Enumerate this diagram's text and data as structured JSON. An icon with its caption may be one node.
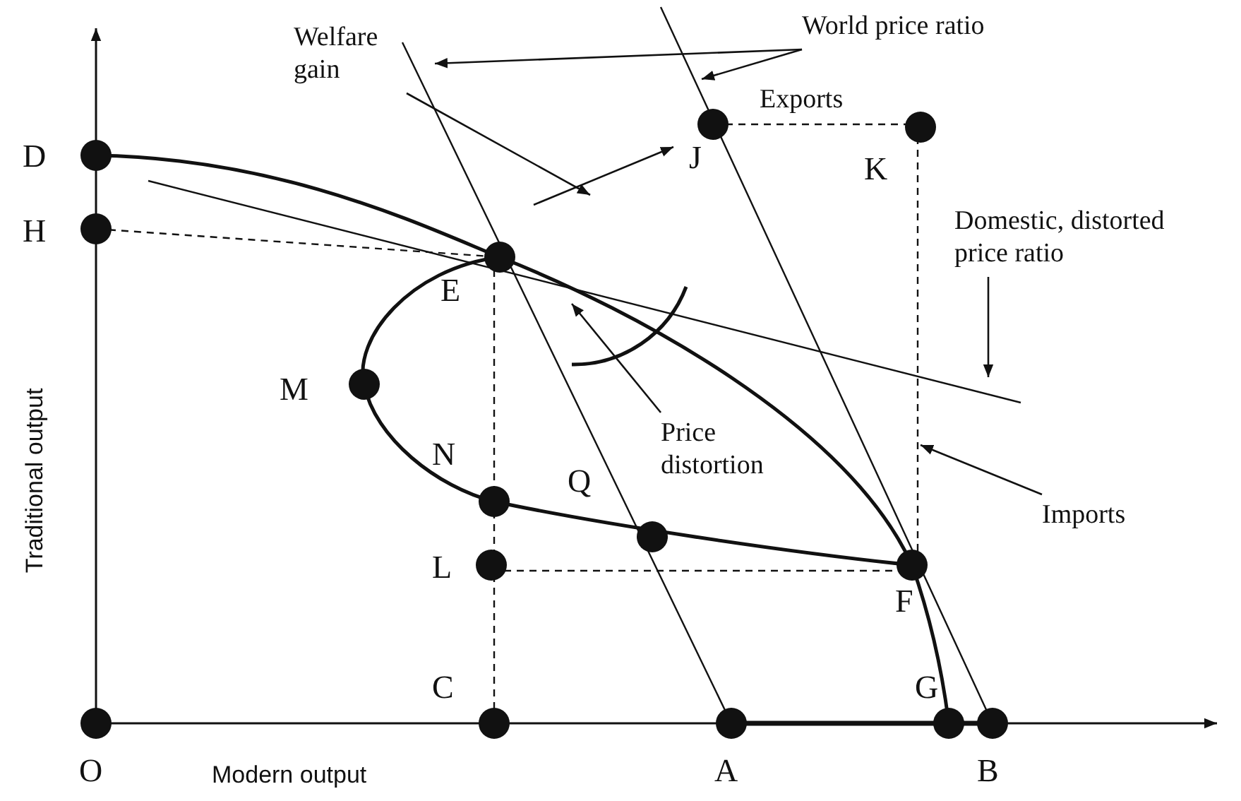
{
  "diagram": {
    "nodes": [
      {
        "text": [
          "Welfare gain"
        ]
      },
      {
        "text": [
          "World price ratio"
        ]
      },
      {
        "text": [
          "Domestic, distorted price ratio"
        ]
      },
      {
        "text": [
          "Price distortion"
        ]
      },
      {
        "text": [
          "Imports"
        ]
      },
      {
        "text": [],
        "shape": "arc"
      }
    ],
    "edges": [
      {
        "from": 0,
        "to": null,
        "arrow": "to"
      },
      {
        "from": 1,
        "to": null,
        "arrow": "to"
      },
      {
        "from": 1,
        "to": null,
        "arrow": "to"
      },
      {
        "from": 2,
        "to": null,
        "arrow": "to"
      },
      {
        "from": 3,
        "to": 5,
        "arrow": "to"
      },
      {
        "from": 4,
        "to": null,
        "arrow": "to"
      }
    ],
    "labels": [
      "D",
      "H",
      "E",
      "M",
      "N",
      "Q",
      "L",
      "F",
      "C",
      "G",
      "O",
      "A",
      "B",
      "J",
      "K",
      "Exports",
      "Traditional output",
      "Modern output"
    ]
  }
}
